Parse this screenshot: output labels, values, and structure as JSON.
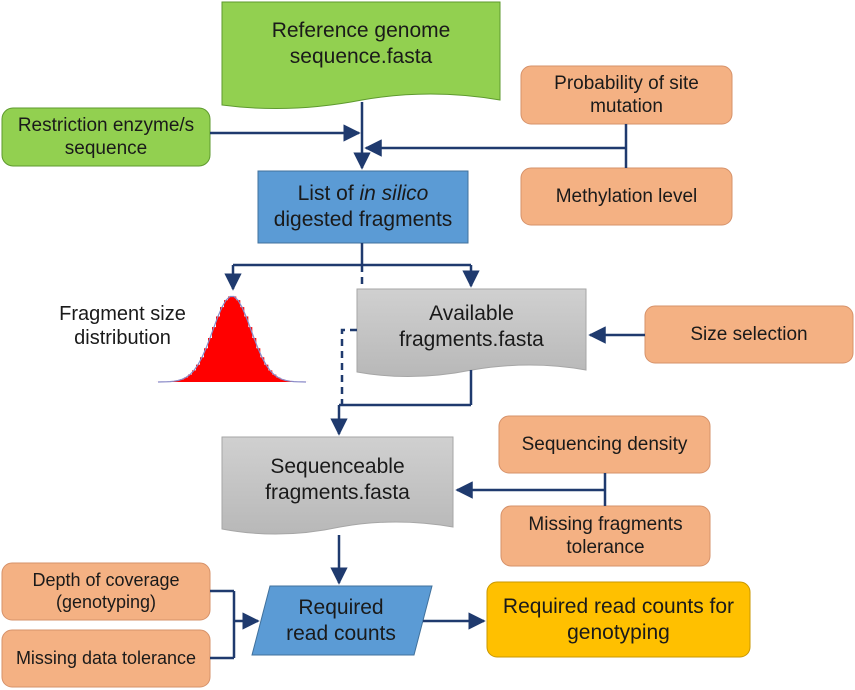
{
  "nodes": {
    "reference": {
      "line1": "Reference genome",
      "line2": "sequence.fasta",
      "color": "#92D050"
    },
    "enzyme": {
      "line1": "Restriction enzyme/s",
      "line2": "sequence",
      "color": "#92D050"
    },
    "probability": {
      "line1": "Probability of site",
      "line2": "mutation",
      "color": "#F4B183"
    },
    "methylation": {
      "label": "Methylation level",
      "color": "#F4B183"
    },
    "digested": {
      "prefix": "List of ",
      "italic": "in silico",
      "line2": "digested fragments",
      "color": "#5B9BD5"
    },
    "size_dist": {
      "line1": "Fragment size",
      "line2": "distribution"
    },
    "available": {
      "line1": "Available",
      "line2": "fragments.fasta",
      "color": "#BFBFBF"
    },
    "size_selection": {
      "label": "Size selection",
      "color": "#F4B183"
    },
    "sequenceable": {
      "line1": "Sequenceable",
      "line2": "fragments.fasta",
      "color": "#BFBFBF"
    },
    "seq_density": {
      "label": "Sequencing density",
      "color": "#F4B183"
    },
    "missing_frag": {
      "line1": "Missing fragments",
      "line2": "tolerance",
      "color": "#F4B183"
    },
    "depth": {
      "line1": "Depth of coverage",
      "line2": "(genotyping)",
      "color": "#F4B183"
    },
    "missing_data": {
      "label": "Missing data tolerance",
      "color": "#F4B183"
    },
    "read_counts": {
      "line1": "Required",
      "line2": "read counts",
      "color": "#5B9BD5"
    },
    "output": {
      "line1": "Required read counts for",
      "line2": "genotyping",
      "color": "#FFC000"
    }
  },
  "colors": {
    "connector": "#1F3A6E",
    "histogram": "#FF0000",
    "outline": "#7F7F7F"
  }
}
